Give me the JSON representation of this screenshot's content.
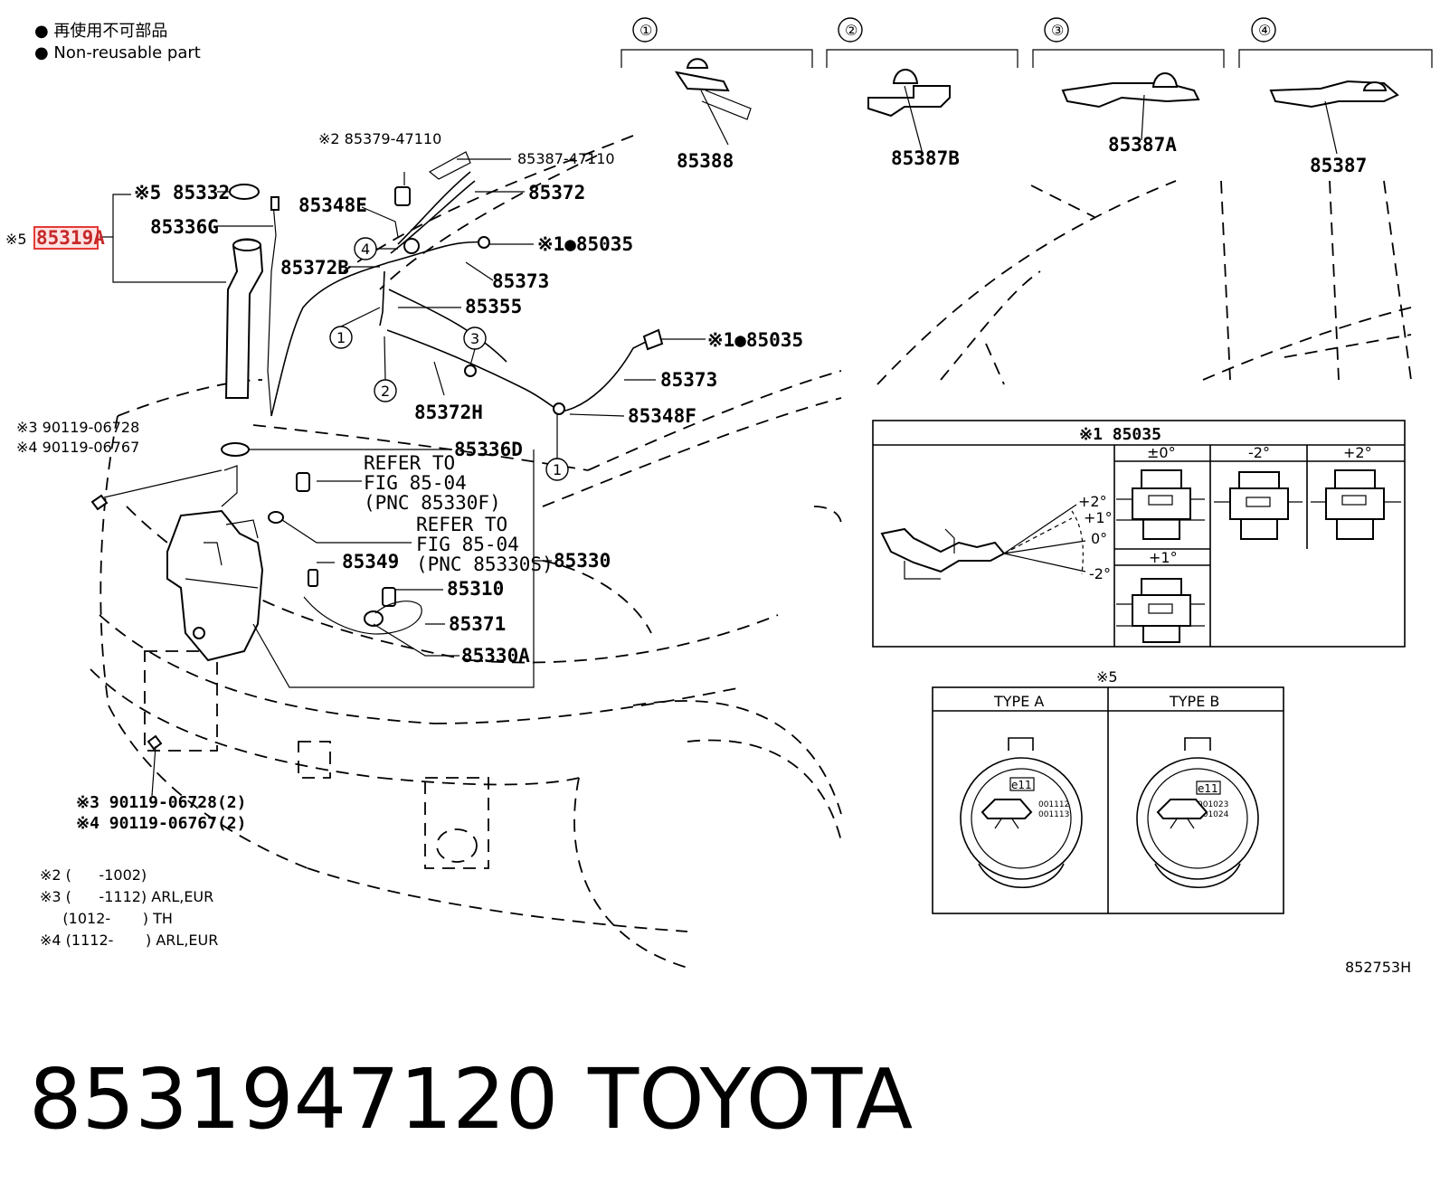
{
  "legend": {
    "non_reusable_jp": "● 再使用不可部品",
    "non_reusable_en": "● Non-reusable part"
  },
  "detail_markers": [
    "①",
    "②",
    "③",
    "④"
  ],
  "detail_parts": [
    "85388",
    "85387B",
    "85387A",
    "85387"
  ],
  "labels": {
    "p85379": "※2 85379-47110",
    "p85387_47110": "85387-47110",
    "p85332": "※5 85332",
    "p85348E": "85348E",
    "p85372": "85372",
    "p85319A_prefix": "※5",
    "p85319A": "85319A",
    "p85336G": "85336G",
    "p85035a": "※1●85035",
    "p85372B": "85372B",
    "p85373a": "85373",
    "p85355": "85355",
    "p85035b": "※1●85035",
    "p85373b": "85373",
    "p85372H": "85372H",
    "p85348F": "85348F",
    "p90119_3": "※3 90119-06728",
    "p90119_4": "※4 90119-06767",
    "p85336D": "85336D",
    "refer1_l1": "REFER TO",
    "refer1_l2": "FIG 85-04",
    "refer1_l3": "(PNC 85330F)",
    "refer2_l1": "REFER TO",
    "refer2_l2": "FIG 85-04",
    "refer2_l3": "(PNC 85330S)",
    "p85330": "85330",
    "p85349": "85349",
    "p85310": "85310",
    "p85371": "85371",
    "p85330A": "85330A",
    "p90119_3b": "※3 90119-06728(2)",
    "p90119_4b": "※4 90119-06767(2)"
  },
  "notes": [
    "※2 (      -1002)",
    "※3 (      -1112) ARL,EUR",
    "     (1012-       ) TH",
    "※4 (1112-       ) ARL,EUR"
  ],
  "inset1": {
    "title": "※1 85035",
    "angles": [
      "±0°",
      "-2°",
      "+2°",
      "+1°"
    ],
    "spray_labels": [
      "+2°",
      "+1°",
      "0°",
      "-2°"
    ]
  },
  "inset2": {
    "title": "※5",
    "type_a": "TYPE A",
    "type_b": "TYPE B",
    "cap_a_codes": [
      "e11",
      "001112",
      "001113"
    ],
    "cap_b_codes": [
      "e11",
      "001023",
      "001024"
    ]
  },
  "figure_id": "852753H",
  "part_number": "8531947120",
  "brand": "TOYOTA",
  "highlight_color": "#e53935"
}
